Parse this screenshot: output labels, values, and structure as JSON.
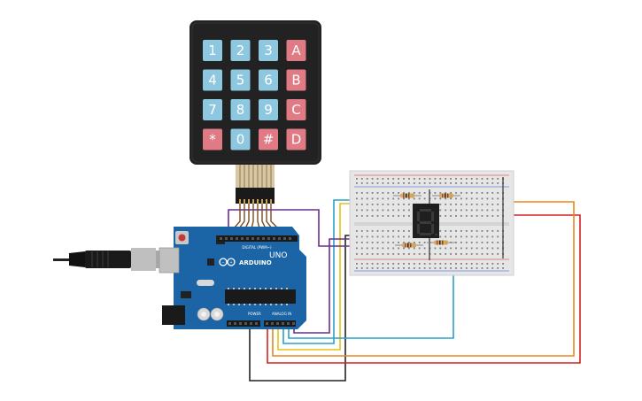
{
  "keypad": {
    "rows": [
      [
        {
          "label": "1",
          "kind": "num"
        },
        {
          "label": "2",
          "kind": "num"
        },
        {
          "label": "3",
          "kind": "num"
        },
        {
          "label": "A",
          "kind": "letter"
        }
      ],
      [
        {
          "label": "4",
          "kind": "num"
        },
        {
          "label": "5",
          "kind": "num"
        },
        {
          "label": "6",
          "kind": "num"
        },
        {
          "label": "B",
          "kind": "letter"
        }
      ],
      [
        {
          "label": "7",
          "kind": "num"
        },
        {
          "label": "8",
          "kind": "num"
        },
        {
          "label": "9",
          "kind": "num"
        },
        {
          "label": "C",
          "kind": "letter"
        }
      ],
      [
        {
          "label": "*",
          "kind": "letter"
        },
        {
          "label": "0",
          "kind": "num"
        },
        {
          "label": "#",
          "kind": "letter"
        },
        {
          "label": "D",
          "kind": "letter"
        }
      ]
    ]
  },
  "arduino": {
    "logo_text": "ARDUINO",
    "model_text": "UNO",
    "digital_label": "DIGITAL (PWM~)",
    "power_label": "POWER",
    "analog_label": "ANALOG IN"
  },
  "display": {
    "digit": "8"
  },
  "colors": {
    "keypad_body": "#222222",
    "key_num": "#8ec7e0",
    "key_letter": "#e07a84",
    "board": "#1b64a6",
    "breadboard": "#e6e6e6",
    "wire_purple": "#6b2f8e",
    "wire_yellow": "#e6c21a",
    "wire_cyan": "#2a9fc9",
    "wire_orange": "#e8861c",
    "wire_red": "#d32222",
    "wire_black": "#222222",
    "wire_brown": "#7a4a1e"
  }
}
